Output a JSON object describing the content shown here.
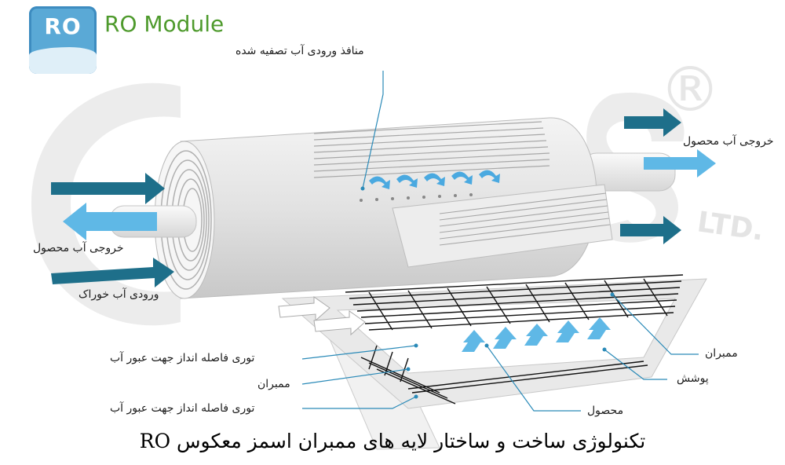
{
  "logo": {
    "badge_text": "RO",
    "title": "RO Module",
    "icon": "water-drops-icon"
  },
  "watermark": {
    "registered_mark": "®",
    "suffix": "LTD."
  },
  "labels": {
    "treated_water_ports": "منافذ ورودی آب تصفیه شده",
    "product_water_outlet_right": "خروجی آب محصول",
    "product_water_outlet_left": "خروجی آب محصول",
    "feed_water_inlet": "ورودی آب خوراک",
    "spacer_mesh_top": "توری فاصله انداز جهت عبور آب",
    "membrane_left": "ممبران",
    "spacer_mesh_bottom": "توری فاصله انداز جهت عبور آب",
    "membrane_right": "ممبران",
    "cover": "پوشش",
    "product": "محصول"
  },
  "caption": "تکنولوژی ساخت و ساختار لایه های ممبران اسمز معکوس RO",
  "colors": {
    "arrow_dark": "#1e6f8a",
    "arrow_light": "#5fb8e6",
    "leader": "#2a8ab8",
    "brand_green": "#4e9a2c"
  }
}
